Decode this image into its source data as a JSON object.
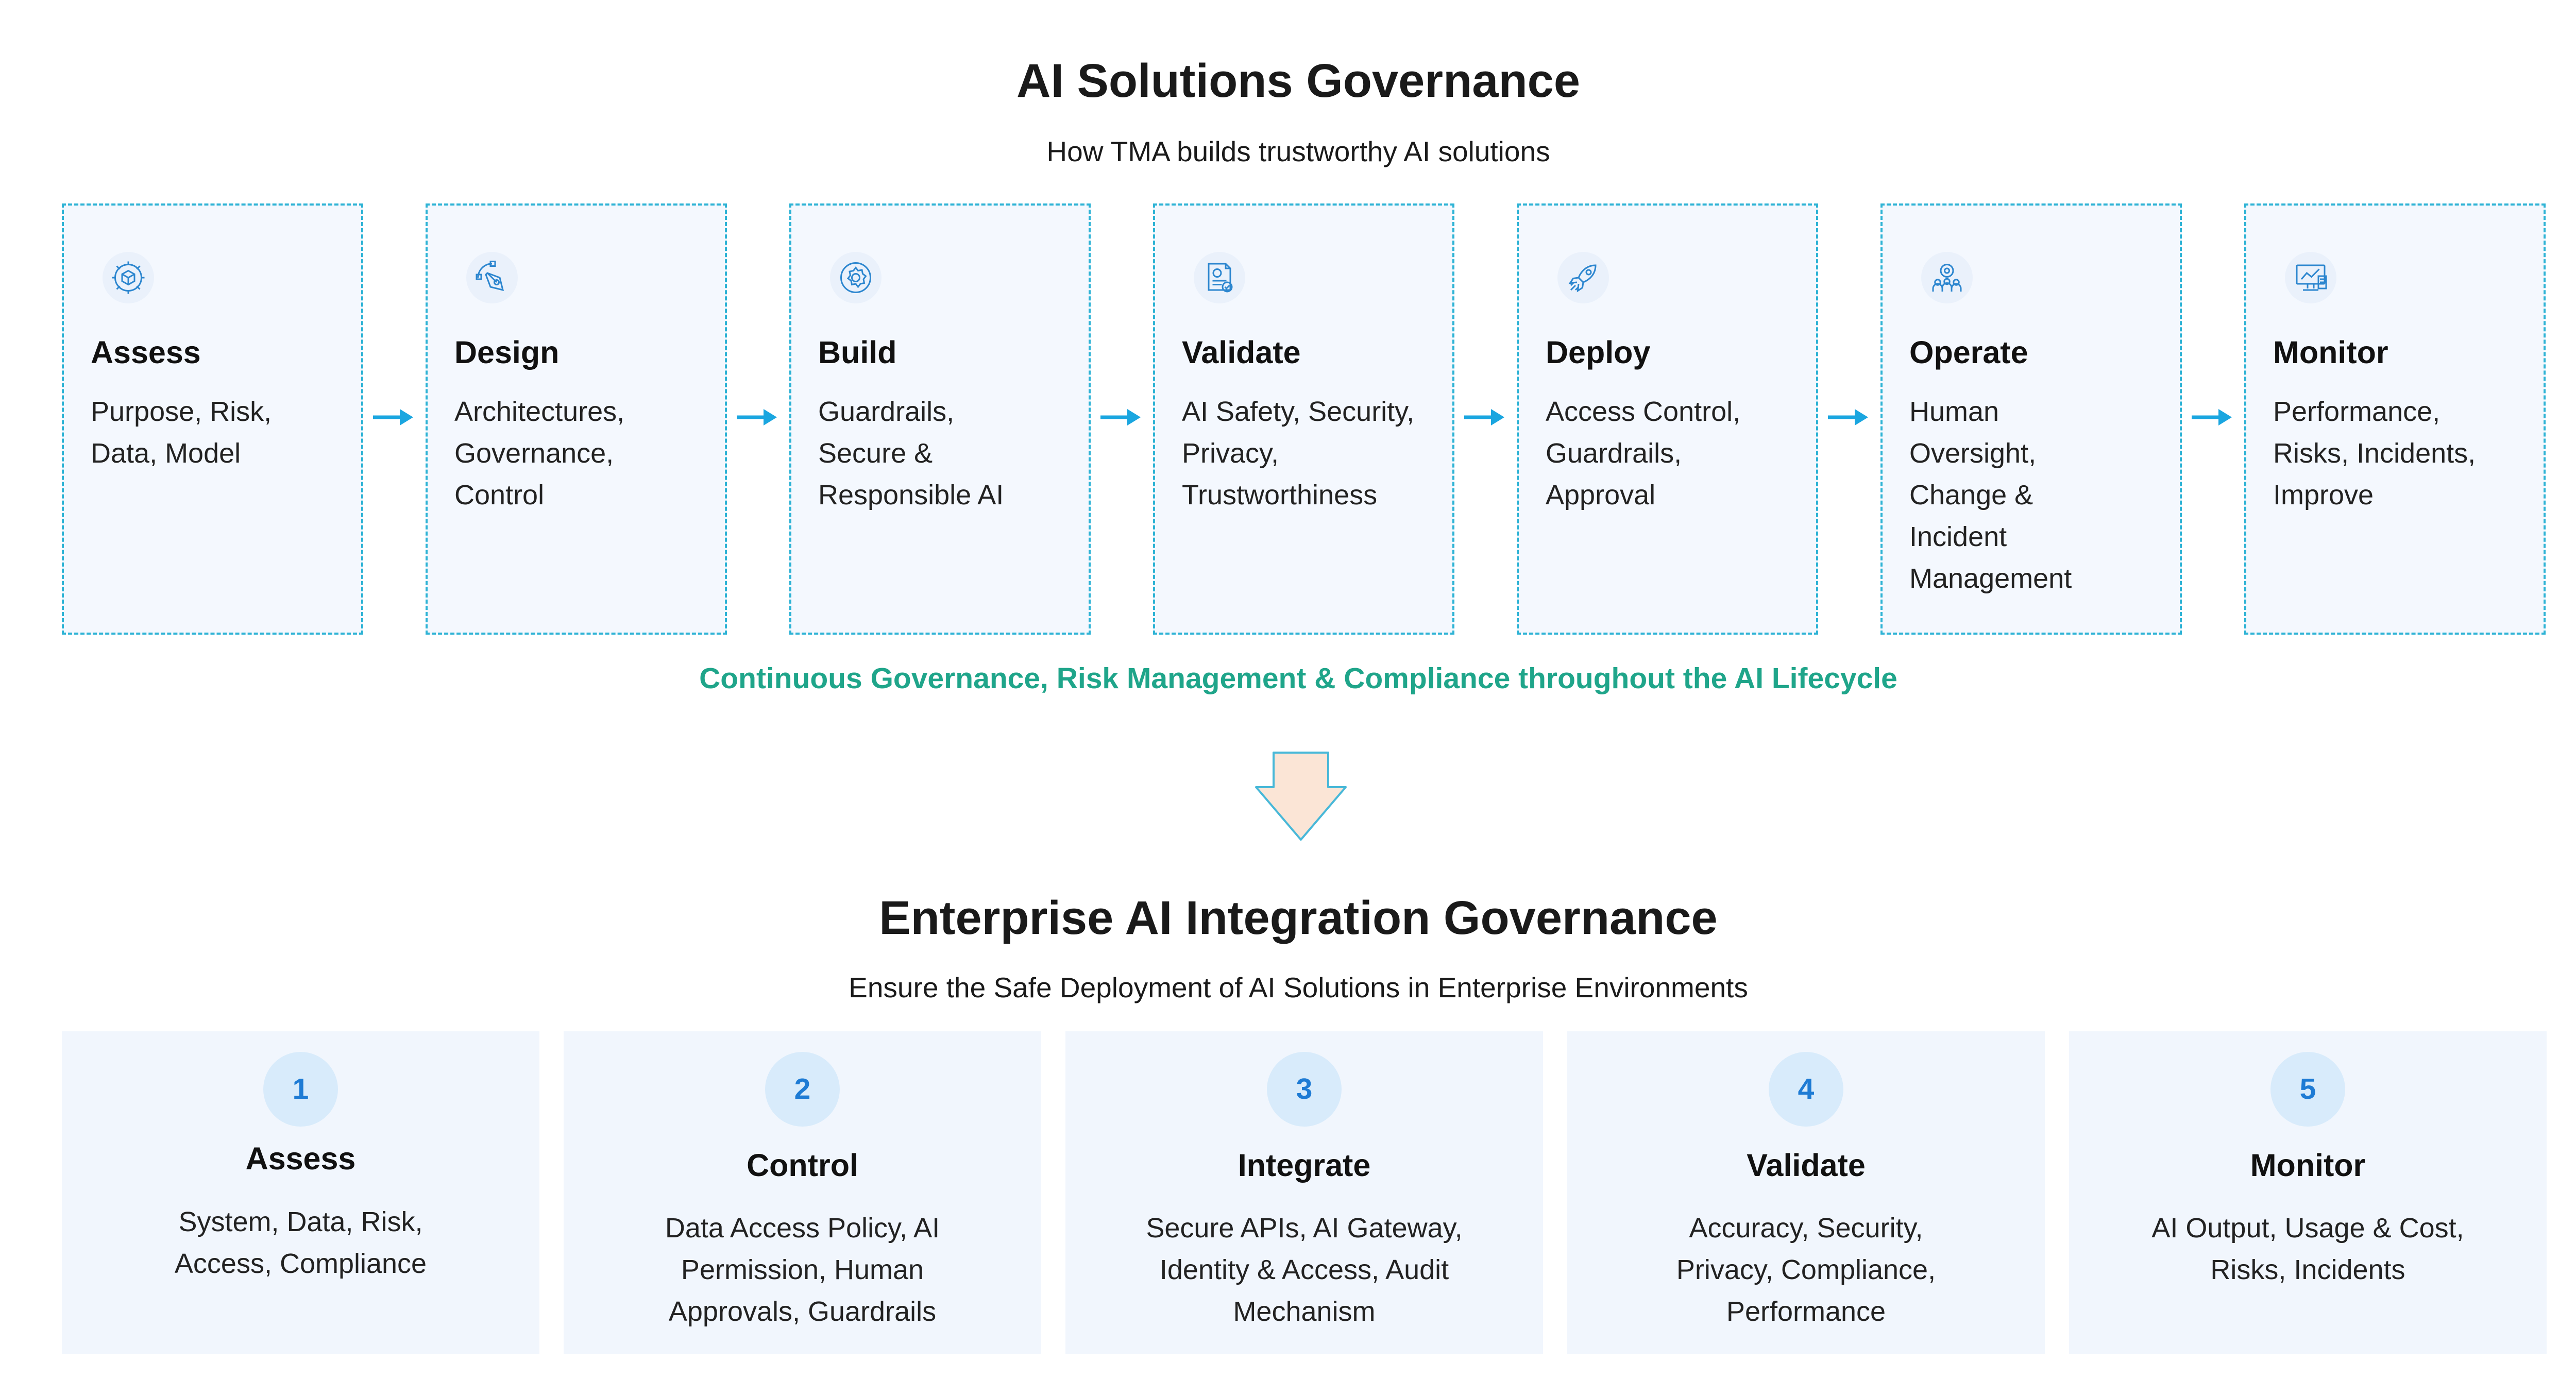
{
  "header": {
    "title": "AI Solutions Governance",
    "subtitle": "How TMA builds trustworthy AI solutions"
  },
  "lifecycle": [
    {
      "title": "Assess",
      "description": "Purpose, Risk, Data, Model",
      "icon": "gear-cube-icon"
    },
    {
      "title": "Design",
      "description": "Architectures, Governance, Control",
      "icon": "pen-tool-icon"
    },
    {
      "title": "Build",
      "description": "Guardrails, Secure & Responsible AI",
      "icon": "settings-gear-icon"
    },
    {
      "title": "Validate",
      "description": "AI Safety, Security, Privacy, Trustworthiness",
      "icon": "document-check-icon"
    },
    {
      "title": "Deploy",
      "description": "Access Control, Guardrails, Approval",
      "icon": "rocket-icon"
    },
    {
      "title": "Operate",
      "description": "Human Oversight, Change & Incident Management",
      "icon": "team-gear-icon"
    },
    {
      "title": "Monitor",
      "description": "Performance, Risks, Incidents, Improve",
      "icon": "monitor-icon"
    }
  ],
  "band_text": "Continuous Governance, Risk Management & Compliance throughout the AI Lifecycle",
  "enterprise": {
    "title": "Enterprise AI Integration Governance",
    "subtitle": "Ensure the Safe Deployment of AI Solutions in Enterprise Environments",
    "steps": [
      {
        "number": "1",
        "title": "Assess",
        "description": "System, Data, Risk, Access, Compliance"
      },
      {
        "number": "2",
        "title": "Control",
        "description": "Data Access Policy, AI Permission, Human Approvals, Guardrails"
      },
      {
        "number": "3",
        "title": "Integrate",
        "description": "Secure APIs, AI Gateway, Identity & Access, Audit Mechanism"
      },
      {
        "number": "4",
        "title": "Validate",
        "description": "Accuracy, Security, Privacy, Compliance, Performance"
      },
      {
        "number": "5",
        "title": "Monitor",
        "description": "AI Output, Usage & Cost, Risks, Incidents"
      }
    ]
  },
  "colors": {
    "accent_teal": "#1fa58a",
    "dashed_border": "#2eb3d5",
    "arrow_blue": "#1aa6e0",
    "card_bg": "#f4f8fe",
    "number_text": "#1e7bd4",
    "number_bg": "#d8ebfb",
    "down_arrow_fill": "#fbe5d6",
    "down_arrow_stroke": "#48b8d8",
    "icon_blue": "#2c86cf"
  }
}
